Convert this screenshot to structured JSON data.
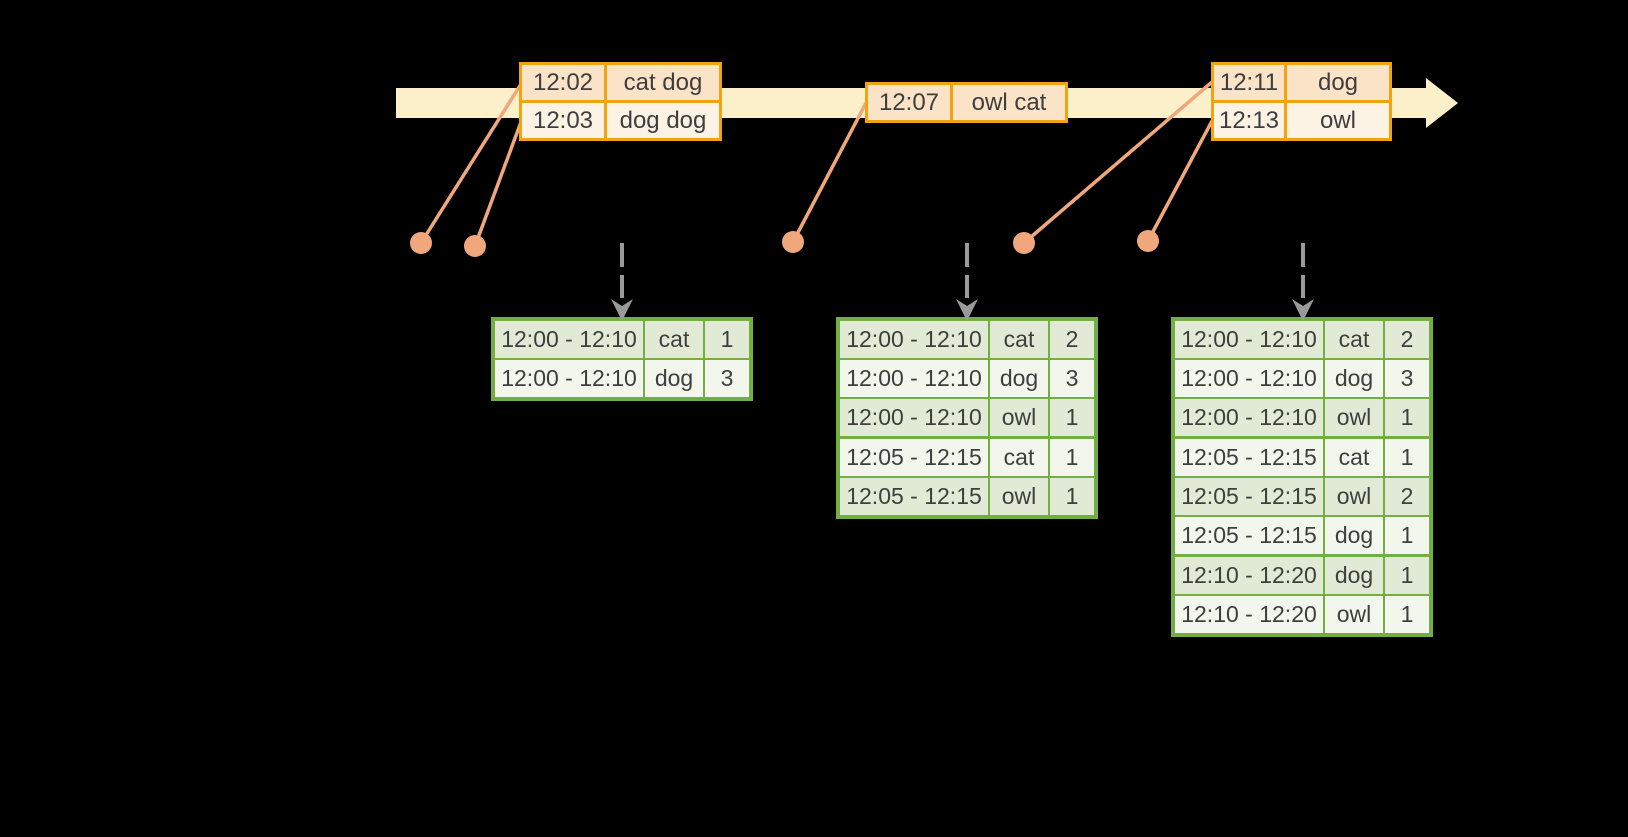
{
  "colors": {
    "background": "#000000",
    "timeline_band": "#FBF0C9",
    "event_table_border": "#F0A410",
    "event_row_dark": "#FAE3C6",
    "event_row_light": "#FDF3E4",
    "event_marker": "#F0A77C",
    "trigger_arrow": "#9A9A9A",
    "result_table_border": "#73AE43",
    "result_row_dark": "#E1EAD5",
    "result_row_light": "#F2F6EC",
    "table_text": "#3E3E3E"
  },
  "events": [
    {
      "rows": [
        {
          "time": "12:02",
          "words": "cat dog"
        },
        {
          "time": "12:03",
          "words": "dog dog"
        }
      ]
    },
    {
      "rows": [
        {
          "time": "12:07",
          "words": "owl cat"
        }
      ]
    },
    {
      "rows": [
        {
          "time": "12:11",
          "words": "dog"
        },
        {
          "time": "12:13",
          "words": "owl"
        }
      ]
    }
  ],
  "result_tables": [
    {
      "rows": [
        {
          "window": "12:00 - 12:10",
          "word": "cat",
          "count": 1
        },
        {
          "window": "12:00 - 12:10",
          "word": "dog",
          "count": 3
        }
      ]
    },
    {
      "rows": [
        {
          "window": "12:00 - 12:10",
          "word": "cat",
          "count": 2
        },
        {
          "window": "12:00 - 12:10",
          "word": "dog",
          "count": 3
        },
        {
          "window": "12:00 - 12:10",
          "word": "owl",
          "count": 1
        },
        {
          "window": "12:05 - 12:15",
          "word": "cat",
          "count": 1
        },
        {
          "window": "12:05 - 12:15",
          "word": "owl",
          "count": 1
        }
      ]
    },
    {
      "rows": [
        {
          "window": "12:00 - 12:10",
          "word": "cat",
          "count": 2
        },
        {
          "window": "12:00 - 12:10",
          "word": "dog",
          "count": 3
        },
        {
          "window": "12:00 - 12:10",
          "word": "owl",
          "count": 1
        },
        {
          "window": "12:05 - 12:15",
          "word": "cat",
          "count": 1
        },
        {
          "window": "12:05 - 12:15",
          "word": "owl",
          "count": 2
        },
        {
          "window": "12:05 - 12:15",
          "word": "dog",
          "count": 1
        },
        {
          "window": "12:10 - 12:20",
          "word": "dog",
          "count": 1
        },
        {
          "window": "12:10 - 12:20",
          "word": "owl",
          "count": 1
        }
      ]
    }
  ]
}
